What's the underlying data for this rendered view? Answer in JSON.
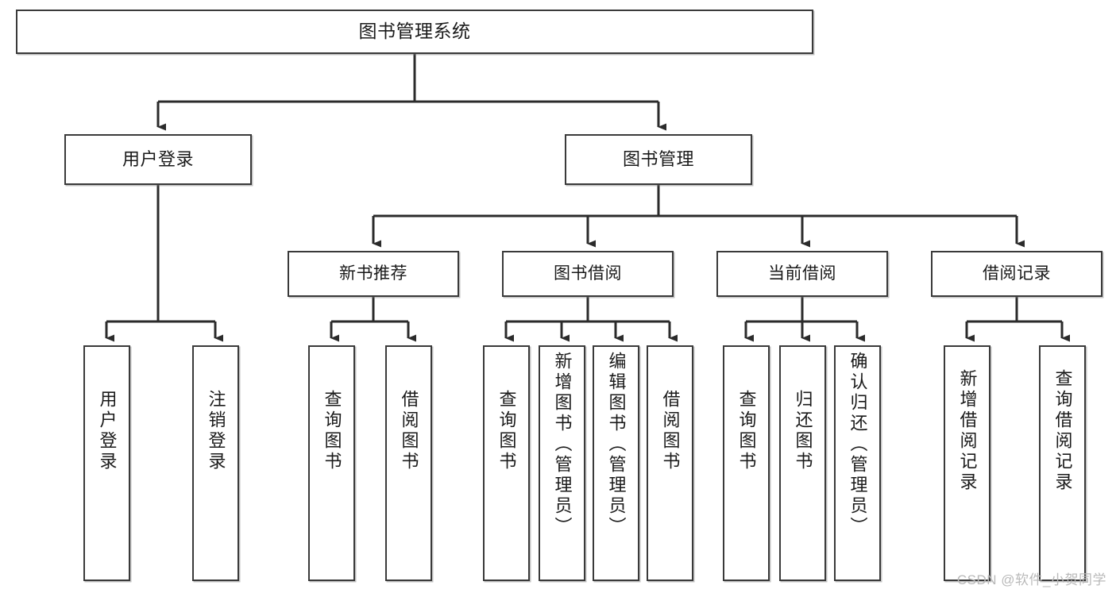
{
  "diagram": {
    "title": "图书管理系统",
    "type": "功能结构图",
    "root": {
      "label": "图书管理系统"
    },
    "level1": [
      {
        "id": "user-login",
        "label": "用户登录"
      },
      {
        "id": "book-manage",
        "label": "图书管理"
      }
    ],
    "level2": [
      {
        "id": "new-book",
        "label": "新书推荐"
      },
      {
        "id": "borrow",
        "label": "图书借阅"
      },
      {
        "id": "current",
        "label": "当前借阅"
      },
      {
        "id": "record",
        "label": "借阅记录"
      }
    ],
    "leaves": [
      {
        "id": "user-login-leaf",
        "parent": "user-login",
        "label": "用户登录"
      },
      {
        "id": "user-logout-leaf",
        "parent": "user-login",
        "label": "注销登录"
      },
      {
        "id": "query-book-new",
        "parent": "new-book",
        "label": "查询图书"
      },
      {
        "id": "borrow-book-new",
        "parent": "new-book",
        "label": "借阅图书"
      },
      {
        "id": "query-book-borrow",
        "parent": "borrow",
        "label": "查询图书"
      },
      {
        "id": "add-book-admin",
        "parent": "borrow",
        "label": "新增图书（管理员）"
      },
      {
        "id": "edit-book-admin",
        "parent": "borrow",
        "label": "编辑图书（管理员）"
      },
      {
        "id": "borrow-book",
        "parent": "borrow",
        "label": "借阅图书"
      },
      {
        "id": "query-book-current",
        "parent": "current",
        "label": "查询图书"
      },
      {
        "id": "return-book",
        "parent": "current",
        "label": "归还图书"
      },
      {
        "id": "confirm-return-admin",
        "parent": "current",
        "label": "确认归还（管理员）"
      },
      {
        "id": "add-record",
        "parent": "record",
        "label": "新增借阅记录"
      },
      {
        "id": "query-record",
        "parent": "record",
        "label": "查询借阅记录"
      }
    ]
  },
  "watermark": {
    "text": "CSDN @软件_小贺同学"
  },
  "colors": {
    "stroke": "#3a3a3a",
    "text": "#1a1a1a",
    "background": "#ffffff",
    "watermark": "#b9b9b9"
  }
}
